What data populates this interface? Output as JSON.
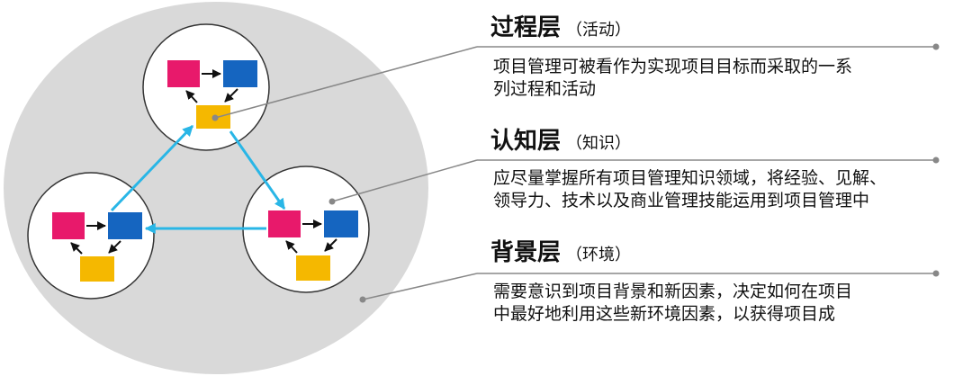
{
  "layers": [
    {
      "title": "过程层",
      "subtitle": "（活动）",
      "description_lines": [
        "项目管理可被看作为实现项目目标而采取的一系",
        "列过程和活动"
      ]
    },
    {
      "title": "认知层",
      "subtitle": "（知识）",
      "description_lines": [
        "应尽量掌握所有项目管理知识领域，将经验、见解、",
        "领导力、技术以及商业管理技能运用到项目管理中"
      ]
    },
    {
      "title": "背景层",
      "subtitle": "（环境）",
      "description_lines": [
        "需要意识到项目背景和新因素，决定如何在项目",
        "中最好地利用这些新环境因素，以获得项目成"
      ]
    }
  ],
  "colors": {
    "outer_ellipse": "#d9d9d9",
    "circle_fill": "#ffffff",
    "circle_stroke": "#333333",
    "box_pink": "#e8196b",
    "box_blue": "#1565c0",
    "box_yellow": "#f5b800",
    "cycle_arrow": "#29b6e6",
    "leader_line": "#888888"
  }
}
